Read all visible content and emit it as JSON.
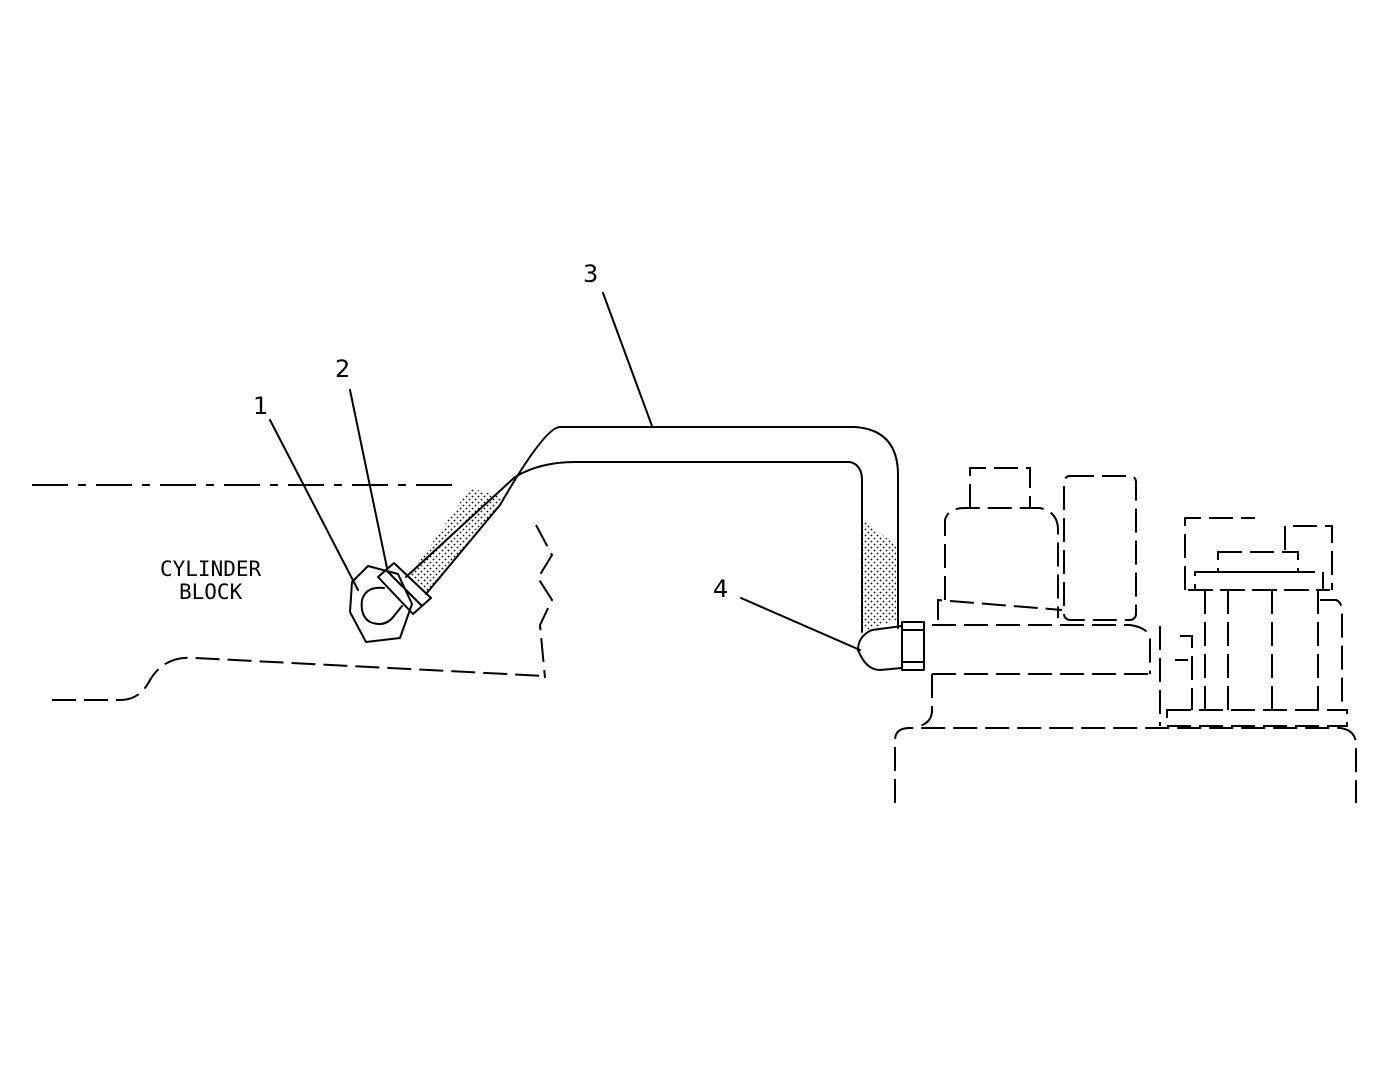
{
  "labels": {
    "cylinder_block_line1": "CYLINDER",
    "cylinder_block_line2": "BLOCK"
  },
  "callouts": [
    {
      "number": "1"
    },
    {
      "number": "2"
    },
    {
      "number": "3"
    },
    {
      "number": "4"
    }
  ]
}
